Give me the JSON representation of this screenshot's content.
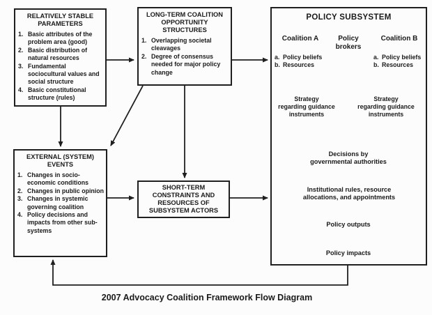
{
  "caption": "2007 Advocacy Coalition Framework Flow Diagram",
  "colors": {
    "ink": "#1f1f1f",
    "background": "#fcfcfc"
  },
  "boxes": {
    "stable": {
      "title": "RELATIVELY STABLE PARAMETERS",
      "items": [
        {
          "num": "1.",
          "text": "Basic attributes of the problem area (good)"
        },
        {
          "num": "2.",
          "text": "Basic distribution of natural resources"
        },
        {
          "num": "3.",
          "text": "Fundamental sociocultural values and social structure"
        },
        {
          "num": "4.",
          "text": "Basic constitutional structure (rules)"
        }
      ]
    },
    "longterm": {
      "title": "LONG-TERM COALITION OPPORTUNITY STRUCTURES",
      "items": [
        {
          "num": "1.",
          "text": "Overlapping societal cleavages"
        },
        {
          "num": "2.",
          "text": "Degree of consensus needed for major policy change"
        }
      ]
    },
    "external": {
      "title": "EXTERNAL (SYSTEM) EVENTS",
      "items": [
        {
          "num": "1.",
          "text": "Changes in socio-economic conditions"
        },
        {
          "num": "2.",
          "text": "Changes in public opinion"
        },
        {
          "num": "3.",
          "text": "Changes in systemic governing coalition"
        },
        {
          "num": "4.",
          "text": "Policy decisions and impacts from other sub-systems"
        }
      ]
    },
    "shortterm": {
      "title": "SHORT-TERM CONSTRAINTS AND RESOURCES OF SUBSYSTEM ACTORS"
    }
  },
  "subsystem": {
    "title": "POLICY SUBSYSTEM",
    "coalition_a": {
      "title": "Coalition A",
      "items": [
        {
          "num": "a.",
          "text": "Policy beliefs"
        },
        {
          "num": "b.",
          "text": "Resources"
        }
      ]
    },
    "policy_brokers": {
      "lines": [
        "Policy",
        "brokers"
      ]
    },
    "coalition_b": {
      "title": "Coalition B",
      "items": [
        {
          "num": "a.",
          "text": "Policy beliefs"
        },
        {
          "num": "b.",
          "text": "Resources"
        }
      ]
    },
    "strategy_a": {
      "lines": [
        "Strategy",
        "regarding guidance",
        "instruments"
      ]
    },
    "strategy_b": {
      "lines": [
        "Strategy",
        "regarding guidance",
        "instruments"
      ]
    },
    "decisions": {
      "lines": [
        "Decisions by",
        "governmental authorities"
      ]
    },
    "institutional": {
      "lines": [
        "Institutional rules, resource",
        "allocations, and appointments"
      ]
    },
    "policy_outputs": "Policy outputs",
    "policy_impacts": "Policy impacts"
  }
}
